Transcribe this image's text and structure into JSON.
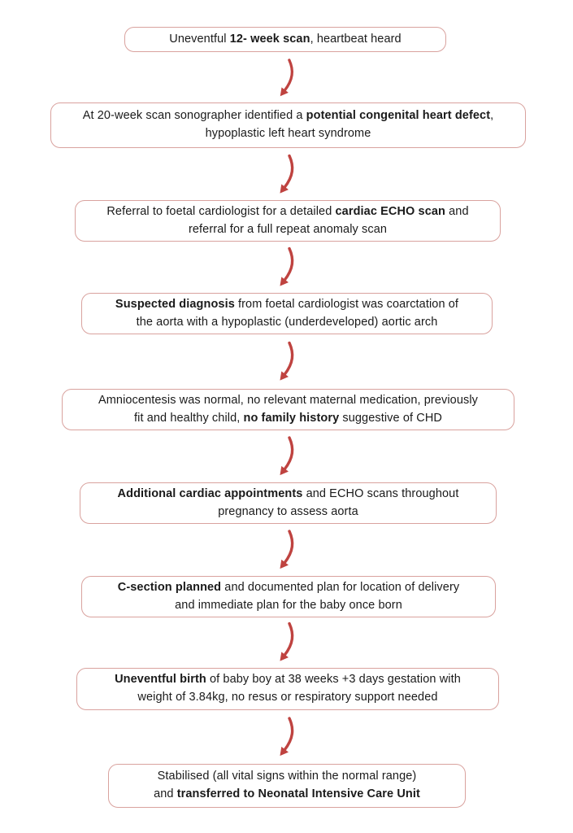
{
  "flowchart": {
    "description": "Patient journey flowchart",
    "colors": {
      "background": "#ffffff",
      "box_border": "#d9a29e",
      "text": "#1a1a1a",
      "arrow": "#bf4340"
    },
    "arrow_icon": "curved-down-arrow",
    "arrow_count": 8,
    "steps": [
      {
        "id": "step-1",
        "text": "Uneventful 12- week scan, heartbeat heard",
        "segments": [
          {
            "t": "Uneventful ",
            "b": false
          },
          {
            "t": "12- week scan",
            "b": true
          },
          {
            "t": ", heartbeat heard",
            "b": false
          }
        ]
      },
      {
        "id": "step-2",
        "text": "At 20-week scan sonographer identified a potential congenital heart defect, hypoplastic left heart syndrome",
        "segments": [
          {
            "t": "At 20-week scan sonographer identified a ",
            "b": false
          },
          {
            "t": "potential congenital heart defect",
            "b": true
          },
          {
            "t": ",",
            "b": false
          },
          {
            "t": "\n"
          },
          {
            "t": "hypoplastic left heart syndrome",
            "b": false
          }
        ]
      },
      {
        "id": "step-3",
        "text": "Referral to foetal cardiologist for a detailed cardiac ECHO scan and referral for a full repeat anomaly scan",
        "segments": [
          {
            "t": "Referral to foetal cardiologist for a detailed ",
            "b": false
          },
          {
            "t": "cardiac ECHO scan",
            "b": true
          },
          {
            "t": " and",
            "b": false
          },
          {
            "t": "\n"
          },
          {
            "t": "referral for a full repeat anomaly scan",
            "b": false
          }
        ]
      },
      {
        "id": "step-4",
        "text": "Suspected diagnosis from foetal cardiologist was coarctation of the aorta with a hypoplastic (underdeveloped) aortic arch",
        "segments": [
          {
            "t": "Suspected diagnosis",
            "b": true
          },
          {
            "t": " from foetal cardiologist was coarctation of",
            "b": false
          },
          {
            "t": "\n"
          },
          {
            "t": "the aorta with a hypoplastic (underdeveloped) aortic arch",
            "b": false
          }
        ]
      },
      {
        "id": "step-5",
        "text": "Amniocentesis was normal, no relevant maternal medication, previously fit and healthy child, no family history suggestive of CHD",
        "segments": [
          {
            "t": "Amniocentesis was normal, no relevant maternal medication, previously",
            "b": false
          },
          {
            "t": "\n"
          },
          {
            "t": "fit and healthy child, ",
            "b": false
          },
          {
            "t": "no family history",
            "b": true
          },
          {
            "t": " suggestive of CHD",
            "b": false
          }
        ]
      },
      {
        "id": "step-6",
        "text": "Additional cardiac appointments and ECHO scans throughout pregnancy to assess aorta",
        "segments": [
          {
            "t": "Additional cardiac appointments",
            "b": true
          },
          {
            "t": " and ECHO scans throughout",
            "b": false
          },
          {
            "t": "\n"
          },
          {
            "t": "pregnancy to assess aorta",
            "b": false
          }
        ]
      },
      {
        "id": "step-7",
        "text": "C-section planned and documented plan for location of delivery and immediate plan for the baby once born",
        "segments": [
          {
            "t": "C-section planned",
            "b": true
          },
          {
            "t": " and documented plan for location of delivery",
            "b": false
          },
          {
            "t": "\n"
          },
          {
            "t": "and immediate plan for the baby once born",
            "b": false
          }
        ]
      },
      {
        "id": "step-8",
        "text": "Uneventful birth of baby boy at 38 weeks +3 days gestation with weight of 3.84kg, no resus or respiratory support needed",
        "segments": [
          {
            "t": "Uneventful birth",
            "b": true
          },
          {
            "t": " of baby boy at 38 weeks +3 days gestation with",
            "b": false
          },
          {
            "t": "\n"
          },
          {
            "t": "weight of 3.84kg, no resus or respiratory support needed",
            "b": false
          }
        ]
      },
      {
        "id": "step-9",
        "text": "Stabilised (all vital signs within the normal range) and transferred to Neonatal Intensive Care Unit",
        "segments": [
          {
            "t": "Stabilised (all vital signs within the normal range)",
            "b": false
          },
          {
            "t": "\n"
          },
          {
            "t": "and ",
            "b": false
          },
          {
            "t": "transferred to Neonatal Intensive Care Unit",
            "b": true
          }
        ]
      }
    ]
  }
}
